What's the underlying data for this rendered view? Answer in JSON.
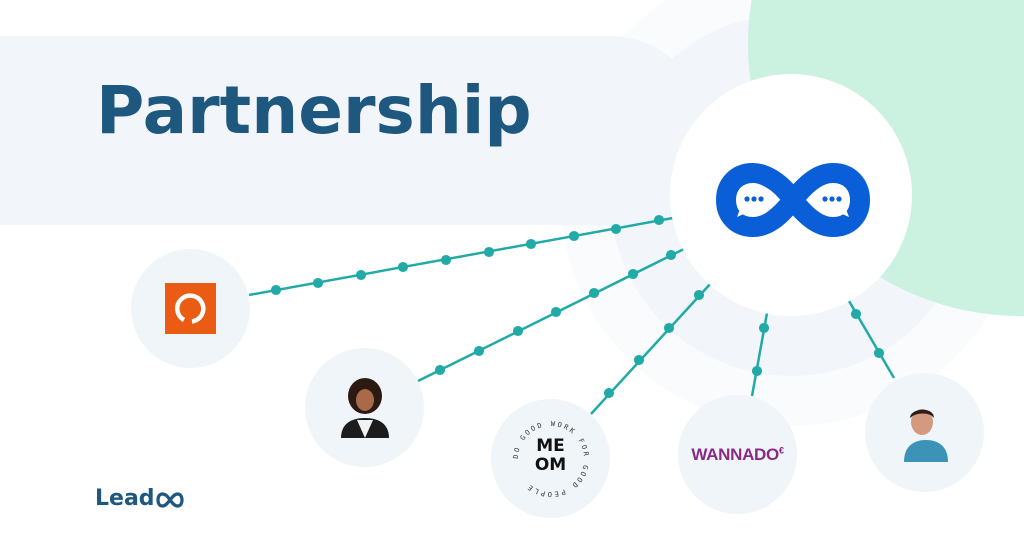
{
  "title": "Partnership",
  "center_logo": {
    "icon": "infinity-chat-icon",
    "color": "#0a5ed7"
  },
  "partners": [
    {
      "name": "orange-loop-logo",
      "type": "logo",
      "icon": "circular-arrow-icon",
      "color": "#ea5b14"
    },
    {
      "name": "woman-portrait",
      "type": "photo"
    },
    {
      "name": "meom-logo",
      "type": "logo",
      "lines": [
        "ME",
        "OM"
      ],
      "ring_text": "DO GOOD WORK FOR GOOD PEOPLE"
    },
    {
      "name": "wannado-logo",
      "type": "logo",
      "text": "WANNADO",
      "suffix": "€",
      "color": "#8a2a86"
    },
    {
      "name": "man-portrait",
      "type": "photo"
    }
  ],
  "brand": {
    "text": "Lead",
    "icon": "infinity-icon",
    "color": "#1e587f"
  },
  "colors": {
    "title": "#1e587f",
    "connector": "#21aaa6",
    "accent_green": "#cbf1e0",
    "panel": "#f2f6fb"
  }
}
